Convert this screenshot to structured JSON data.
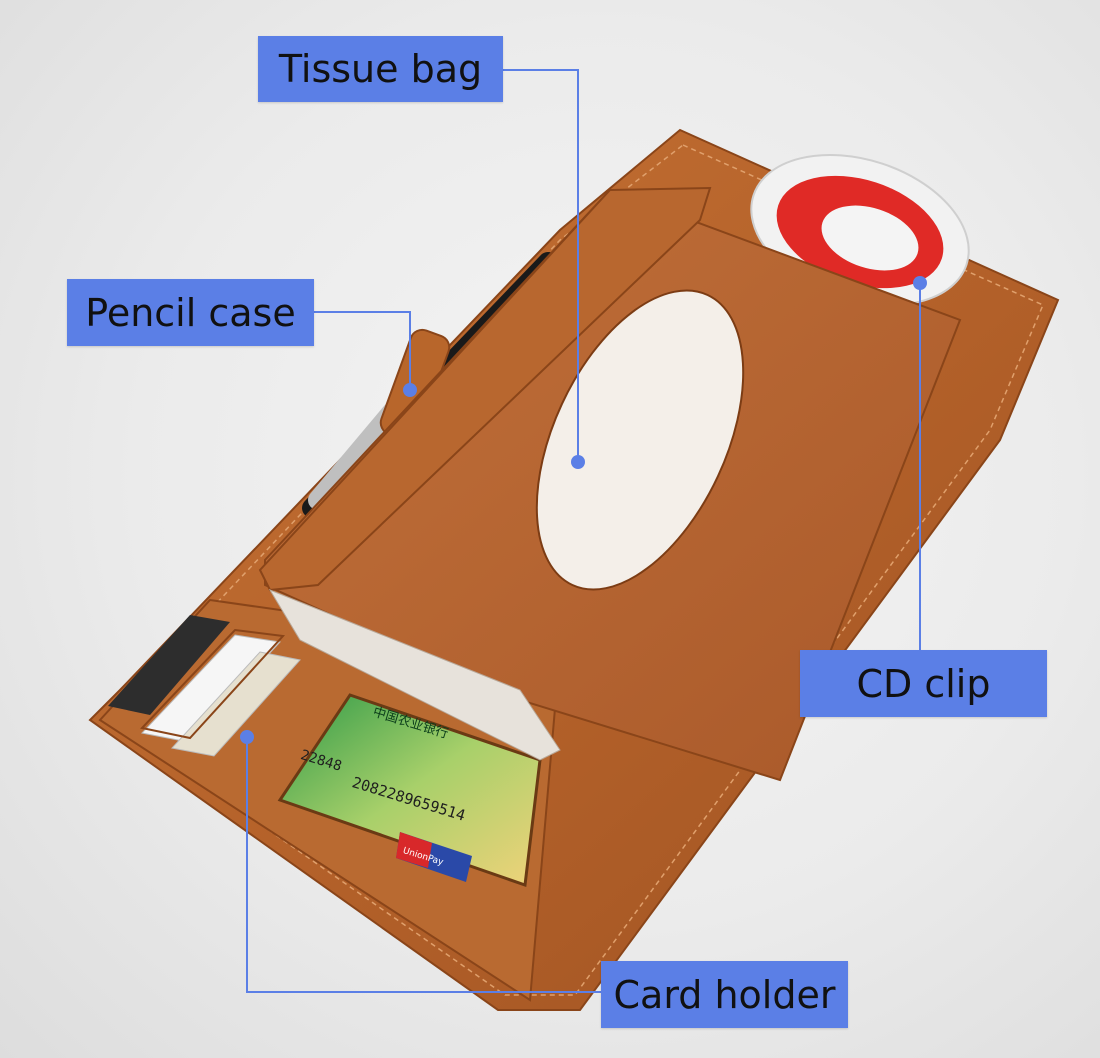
{
  "callouts": {
    "tissue_bag": "Tissue bag",
    "pencil_case": "Pencil case",
    "cd_clip": "CD clip",
    "card_holder": "Card holder"
  },
  "card": {
    "bank_name": "中国农业银行",
    "number_fragment": "22848",
    "number": "2082289659514",
    "network_logo": "UnionPay"
  },
  "colors": {
    "callout_fill": "#5b7fe6",
    "leader_line": "#5b7fe6",
    "leather": "#b8662b"
  }
}
